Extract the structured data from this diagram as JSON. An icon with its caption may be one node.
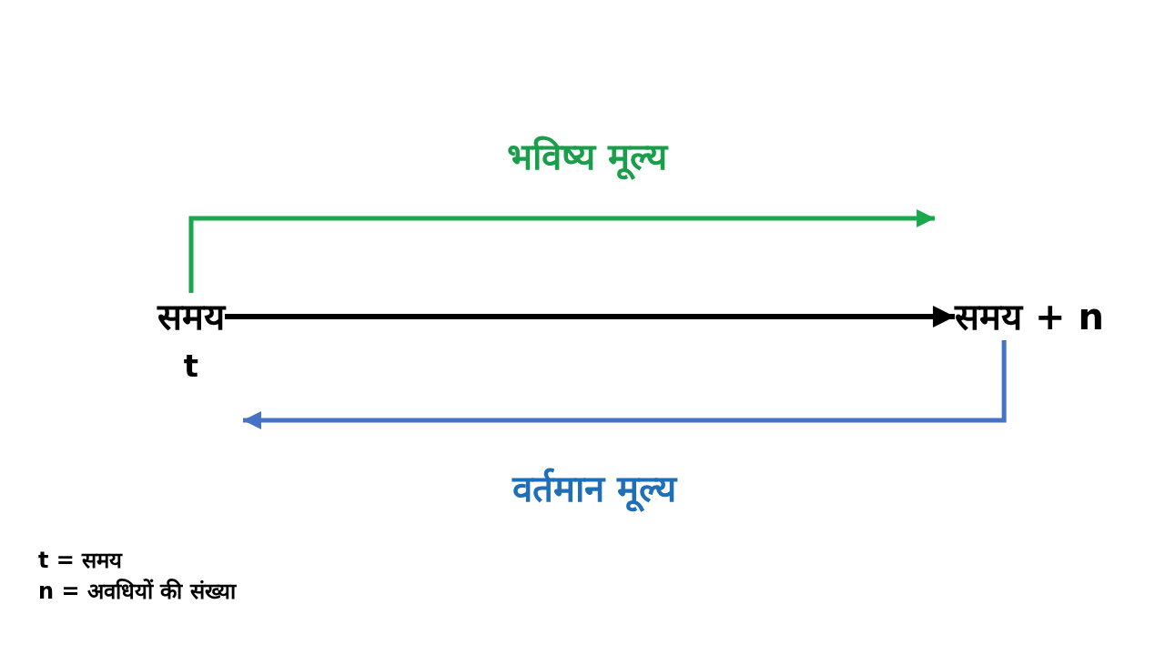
{
  "diagram": {
    "nodes": [
      {
        "text": [
          "समय",
          "t"
        ]
      },
      {
        "text": [
          "समय + n"
        ]
      }
    ],
    "edges": [
      {
        "from": 0,
        "to": 1,
        "arrow": "to",
        "color": "#000000"
      },
      {
        "from": 0,
        "to": 1,
        "arrow": "to",
        "label": "भविष्य मूल्य",
        "color": "#1aa84c"
      },
      {
        "from": 1,
        "to": 0,
        "arrow": "to",
        "label": "वर्तमान मूल्य",
        "color": "#4472c4"
      }
    ],
    "labels": [
      "t = समय",
      "n = अवधियों की संख्या"
    ]
  }
}
